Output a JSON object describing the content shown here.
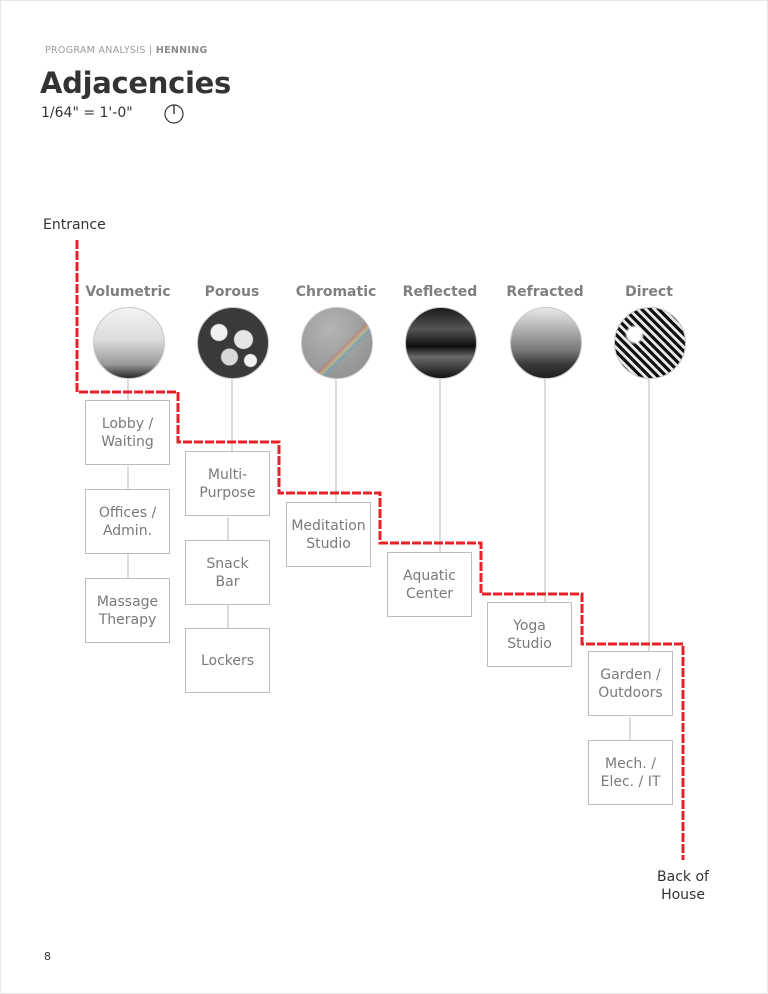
{
  "header": {
    "kicker_prefix": "PROGRAM ANALYSIS | ",
    "kicker_name": "HENNING",
    "title": "Adjacencies",
    "scale": "1/64\" = 1'-0\"",
    "north_icon": "north-arrow-icon"
  },
  "diagram": {
    "start_label": "Entrance",
    "end_label_line1": "Back of",
    "end_label_line2": "House",
    "path_color": "#e8202a",
    "columns": [
      {
        "heading": "Volumetric",
        "image": "fog-photo",
        "rooms": [
          {
            "line1": "Lobby /",
            "line2": "Waiting"
          },
          {
            "line1": "Offices /",
            "line2": "Admin."
          },
          {
            "line1": "Massage",
            "line2": "Therapy"
          }
        ]
      },
      {
        "heading": "Porous",
        "image": "clouds-photo",
        "rooms": [
          {
            "line1": "Multi-",
            "line2": "Purpose"
          },
          {
            "line1": "Snack",
            "line2": "Bar"
          },
          {
            "line1": "Lockers",
            "line2": ""
          }
        ]
      },
      {
        "heading": "Chromatic",
        "image": "rainbow-photo",
        "rooms": [
          {
            "line1": "Meditation",
            "line2": "Studio"
          }
        ]
      },
      {
        "heading": "Reflected",
        "image": "reflection-photo",
        "rooms": [
          {
            "line1": "Aquatic",
            "line2": "Center"
          }
        ]
      },
      {
        "heading": "Refracted",
        "image": "sky-rays-photo",
        "rooms": [
          {
            "line1": "Yoga",
            "line2": "Studio"
          }
        ]
      },
      {
        "heading": "Direct",
        "image": "sunburst-trees-photo",
        "rooms": [
          {
            "line1": "Garden /",
            "line2": "Outdoors"
          },
          {
            "line1": "Mech. /",
            "line2": "Elec. / IT"
          }
        ]
      }
    ]
  },
  "footer": {
    "page_number": "8"
  }
}
